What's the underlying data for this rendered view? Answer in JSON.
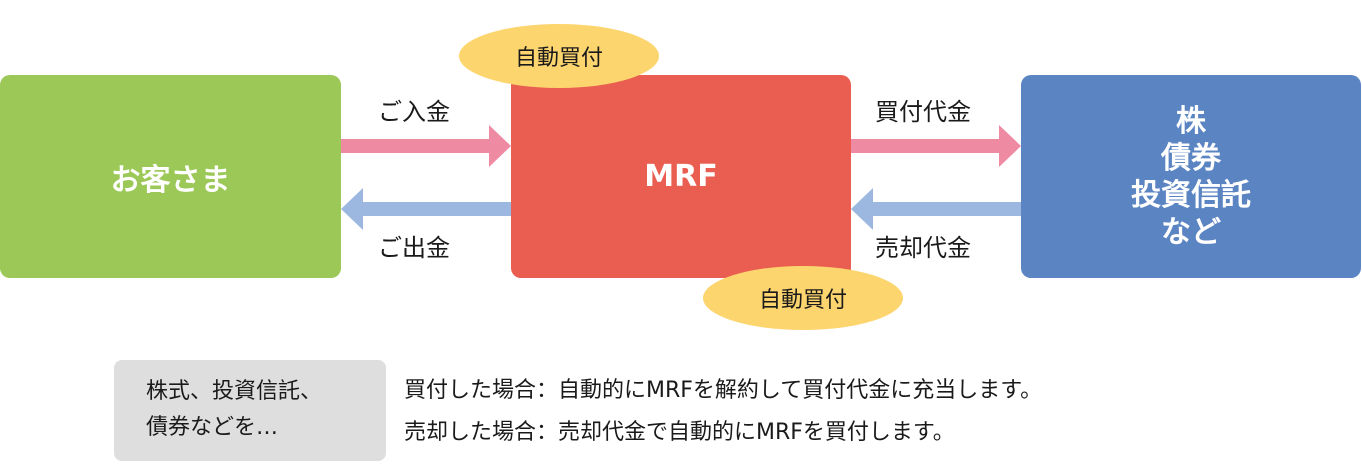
{
  "nodes": {
    "customer": "お客さま",
    "mrf": "MRF",
    "assets": [
      "株",
      "債券",
      "投資信託",
      "など"
    ]
  },
  "badges": {
    "top": "自動買付",
    "bottom": "自動買付"
  },
  "flows": {
    "deposit": "ご入金",
    "withdraw": "ご出金",
    "buy_amount": "買付代金",
    "sell_amount": "売却代金"
  },
  "note": {
    "box_lines": [
      "株式、投資信託、",
      "債券などを…"
    ],
    "buy_case": "買付した場合：自動的にMRFを解約して買付代金に充当します。",
    "sell_case": "売却した場合：売却代金で自動的にMRFを買付します。"
  },
  "colors": {
    "customer": "#9bc856",
    "mrf": "#e95e50",
    "assets": "#5b85c2",
    "badge": "#fdd56f",
    "arrow_pink": "#ef8aa3",
    "arrow_blue": "#9db8e0",
    "note_bg": "#dedede"
  }
}
